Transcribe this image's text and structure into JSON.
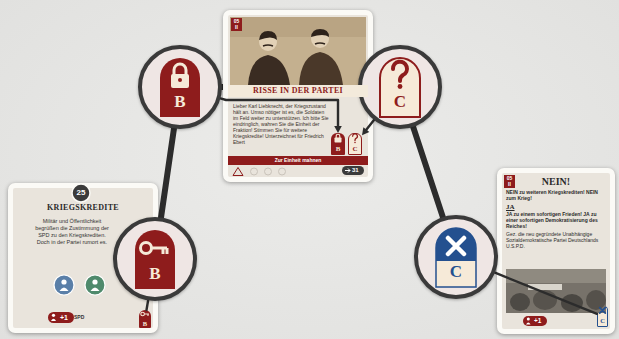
{
  "diagram": {
    "nodes": [
      {
        "text": [
          "B"
        ]
      },
      {
        "text": [
          "05 II",
          "RISSE IN DER PARTEI",
          "Lieber Karl Liebknecht, der Kriegszustand hält an. Umso nötiger ist es, die Soldaten im Feld weiter zu unterstützen. Ich bitte Sie eindringlich, wahren Sie die Einheit der Fraktion! Stimmen Sie für weitere Kriegskredite! Unterzeichnet für Friedrich Ebert",
          "Zur Einheit mahnen",
          "31"
        ]
      },
      {
        "text": [
          "B"
        ],
        "in": 1
      },
      {
        "text": [
          "C"
        ],
        "in": 1
      },
      {
        "text": [
          "C"
        ]
      },
      {
        "text": [
          "25",
          "KRIEGSKREDITE",
          "Militär und Öffentlichkeit begrüßen die Zustimmung der SPD zu den Kriegskrediten. Doch in der Partei rumort es.",
          "+1",
          "SPD"
        ]
      },
      {
        "text": [
          "B"
        ],
        "in": 5
      },
      {
        "text": [
          "B"
        ]
      },
      {
        "text": [
          "C"
        ]
      },
      {
        "text": [
          "05 II",
          "NEIN!",
          "NEIN zu weiteren Kriegskrediten! NEIN zum Krieg!",
          "JA",
          "JA zu einem sofortigen Frieden! JA zu einer sofortigen Demokratisierung des Reiches!",
          "Gez. die neu gegründete Unabhängige Sozialdemokratische Partei Deutschlands U.S.P.D.",
          "+1"
        ]
      },
      {
        "text": [
          "C"
        ],
        "in": 9
      }
    ],
    "edges": [
      {
        "from": 0,
        "to": 2,
        "arrow": "to"
      },
      {
        "from": 4,
        "to": 3,
        "arrow": "to"
      },
      {
        "from": 7,
        "to": 6,
        "arrow": "none"
      },
      {
        "from": 8,
        "to": 10,
        "arrow": "none"
      },
      {
        "from": 0,
        "to": 7,
        "arrow": "none"
      },
      {
        "from": 0,
        "to": 4,
        "arrow": "none"
      },
      {
        "from": 4,
        "to": 8,
        "arrow": "none"
      }
    ]
  }
}
